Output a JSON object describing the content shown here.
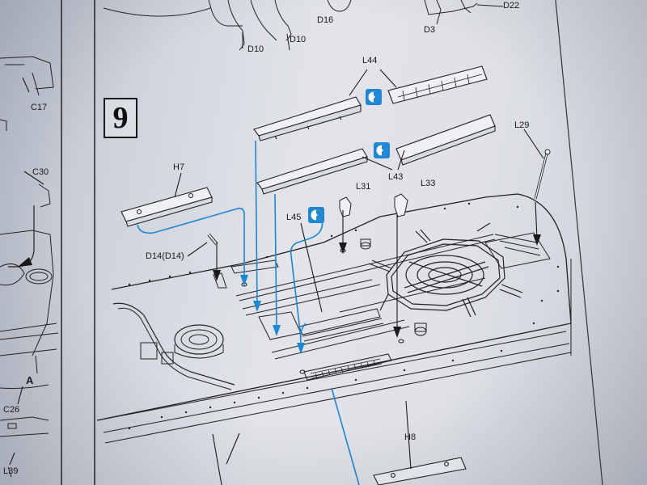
{
  "step": {
    "number": "9"
  },
  "labels": {
    "d10_a": "D10",
    "d10_b": "D10",
    "d16": "D16",
    "d22": "D22",
    "d3": "D3",
    "c17": "C17",
    "c30": "C30",
    "a": "A",
    "c26": "C26",
    "l39": "L39",
    "l44": "L44",
    "l43": "L43",
    "l29": "L29",
    "h7": "H7",
    "l31": "L31",
    "l33": "L33",
    "l45": "L45",
    "d14": "D14(D14)",
    "h8": "H8"
  },
  "badges": [
    {
      "icon": "cement-icon",
      "color": "#1f86d4"
    },
    {
      "icon": "cement-icon",
      "color": "#1f86d4"
    },
    {
      "icon": "cement-icon",
      "color": "#1f86d4"
    }
  ],
  "colors": {
    "guide_line": "#1f86d4",
    "ink": "#1a1a1a",
    "paper": "#e2e4e9"
  }
}
